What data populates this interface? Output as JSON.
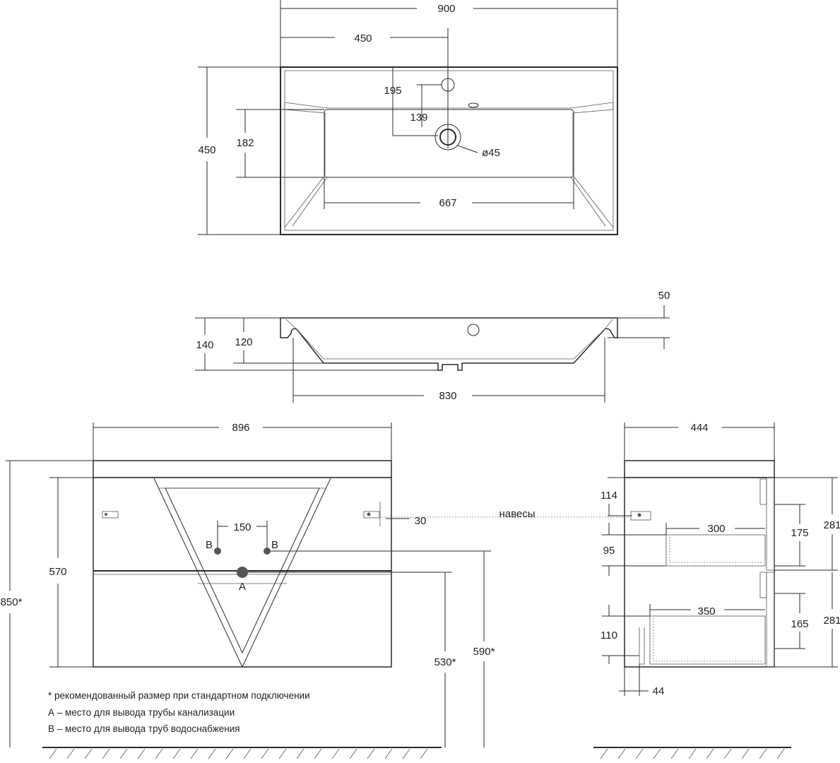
{
  "top_view": {
    "overall_width": "900",
    "half_width": "450",
    "depth": "450",
    "tap_hole_offset": "195",
    "drain_offset": "139",
    "bowl_depth": "182",
    "bowl_width": "667",
    "drain_diameter": "ø45"
  },
  "section_view": {
    "rim_height": "50",
    "overall_height": "140",
    "bowl_height": "120",
    "bowl_bottom_width": "830"
  },
  "front_view": {
    "top_width": "896",
    "cabinet_height": "570",
    "total_height": "850*",
    "pipe_spacing": "150",
    "hanger_offset": "30",
    "drain_height": "530*",
    "supply_height": "590*",
    "marker_a": "A",
    "marker_b_left": "B",
    "marker_b_right": "B"
  },
  "side_view": {
    "depth": "444",
    "hanger_label": "навесы",
    "hanger_height": "114",
    "upper_drawer_depth": "300",
    "upper_drawer_height": "95",
    "upper_front_inner": "175",
    "upper_front_height": "281",
    "lower_drawer_depth": "350",
    "lower_drawer_height": "110",
    "lower_front_inner": "165",
    "lower_front_height": "281",
    "plinth_offset": "44"
  },
  "notes": [
    "* рекомендованный размер при стандартном подключении",
    "А – место для вывода трубы канализации",
    "В – место для вывода труб водоснабжения"
  ]
}
